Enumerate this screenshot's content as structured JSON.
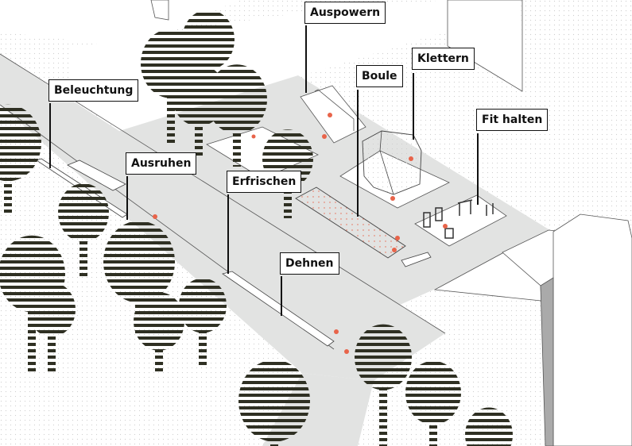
{
  "labels": {
    "beleuchtung": "Beleuchtung",
    "ausruhen": "Ausruhen",
    "erfrischen": "Erfrischen",
    "auspowern": "Auspowern",
    "boule": "Boule",
    "klettern": "Klettern",
    "fit_halten": "Fit halten",
    "dehnen": "Dehnen"
  },
  "colors": {
    "path": "#e2e3e2",
    "tree": "#2f3023",
    "people": "#e8644a",
    "line": "#444444"
  }
}
